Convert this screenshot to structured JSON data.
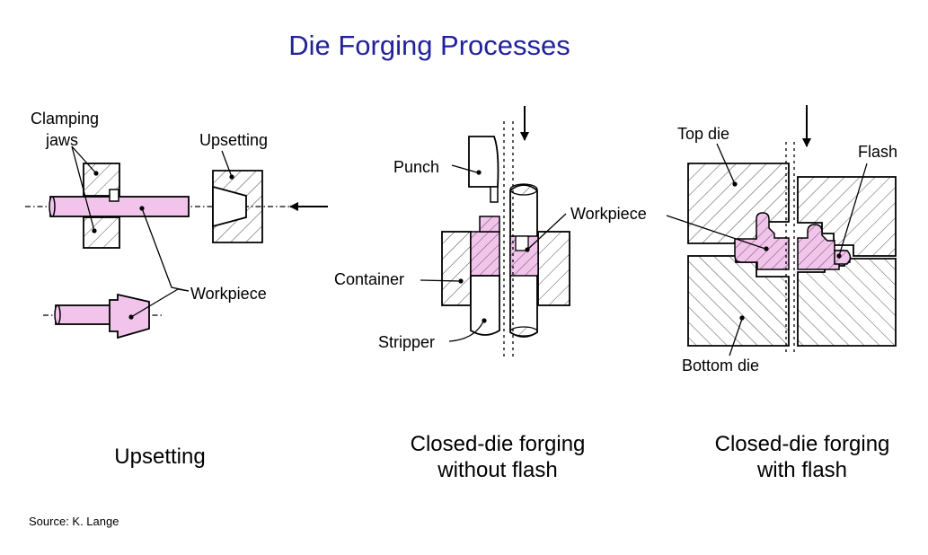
{
  "title": "Die Forging Processes",
  "colors": {
    "title": "#22229a",
    "workpiece": "#f2c4ec",
    "outline": "#000000"
  },
  "panels": {
    "upsetting": {
      "labels": {
        "clamping_jaws_1": "Clamping",
        "clamping_jaws_2": "jaws",
        "upsetting_tool": "Upsetting",
        "workpiece": "Workpiece"
      },
      "caption": "Upsetting"
    },
    "without_flash": {
      "labels": {
        "punch": "Punch",
        "workpiece": "Workpiece",
        "container": "Container",
        "stripper": "Stripper"
      },
      "caption_1": "Closed-die forging",
      "caption_2": "without flash"
    },
    "with_flash": {
      "labels": {
        "top_die": "Top die",
        "flash": "Flash",
        "bottom_die": "Bottom die"
      },
      "caption_1": "Closed-die forging",
      "caption_2": "with flash"
    }
  },
  "source": "Source: K. Lange"
}
